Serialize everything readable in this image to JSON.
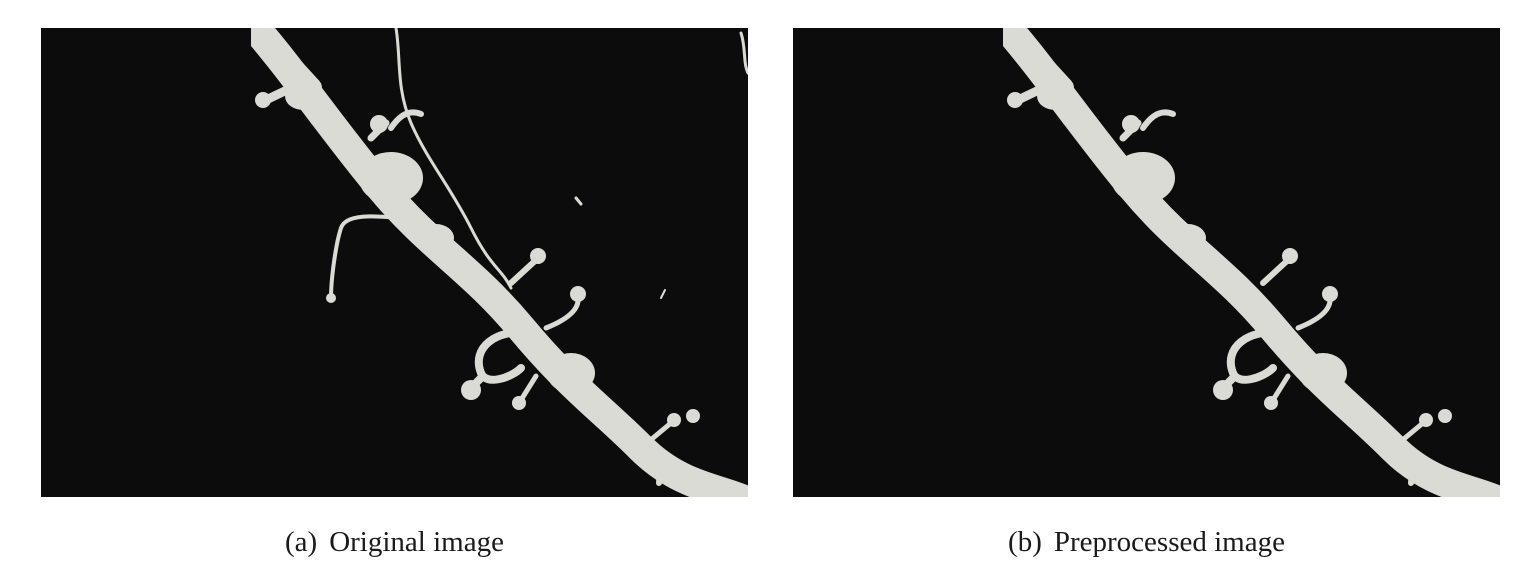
{
  "figure": {
    "panels": [
      {
        "label": "(a)",
        "caption": "Original image"
      },
      {
        "label": "(b)",
        "caption": "Preprocessed image"
      }
    ],
    "colors": {
      "background": "#0c0c0c",
      "dendrite": "#d9d9d3",
      "page": "#ffffff"
    }
  }
}
